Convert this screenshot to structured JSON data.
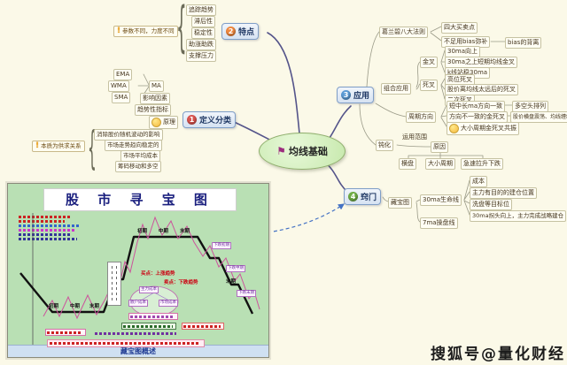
{
  "watermark": "搜狐号@量化财经",
  "center": {
    "label": "均线基础"
  },
  "branches": {
    "tedian": {
      "label": "特点",
      "badge": "2",
      "note": "参数不同，力度不同",
      "items": [
        "追踪趋势",
        "滞后性",
        "稳定性",
        "助涨助跌",
        "支撑压力"
      ]
    },
    "dingyi": {
      "label": "定义分类",
      "badge": "1",
      "ma": "MA",
      "ema": "EMA",
      "wma": "WMA",
      "sma": "SMA",
      "yingxiang": "影响因素",
      "qushi": "趋势性指标",
      "yuanli": "原理",
      "note": "本质为供求关系",
      "yuanli_items": [
        "消除股价随机波动的影响",
        "市场走势趋向稳定的",
        "市场平均成本",
        "筹码移动和多空"
      ]
    },
    "yingyong": {
      "label": "应用",
      "badge": "3",
      "gelanbi": "葛兰碧八大法则",
      "gelanbi_items": [
        "四大买卖点",
        "不足用bias弥补"
      ],
      "bias_sub": "bias的背离",
      "zuhe": "组合应用",
      "jincha": "金叉",
      "jincha_items": [
        "30ma向上",
        "30ma之上短期均线金叉",
        "k线站稳30ma"
      ],
      "sicha": "死叉",
      "sicha_items": [
        "高位死叉",
        "股价离均线太远后的死叉",
        "二次死叉"
      ],
      "zhouqi": "周期方向",
      "zhouqi_rows": [
        {
          "label": "短中长ma方向一致",
          "sub": "多空头排列"
        },
        {
          "label": "方向不一致的金死叉",
          "sub": "股价横盘震荡、均线缠绕"
        },
        {
          "label": "大小周期金死叉共振",
          "sub": ""
        }
      ],
      "yunyong": "运用范围",
      "dunhua": "钝化",
      "dunhua_reason": "原因",
      "dunhua_items": [
        "横盘",
        "大小周期",
        "急速拉升下跌"
      ]
    },
    "qiaomen": {
      "label": "窍门",
      "badge": "4",
      "map_ref": "藏宝图",
      "line30": "30ma生命线",
      "line30_items": [
        "成本",
        "主力有目的的建仓位置",
        "洗盘等目标位",
        "30ma拐头向上，主力完成战略建仓"
      ],
      "line7": "7ma操盘线"
    }
  },
  "treasure_map": {
    "title": "股 市 寻 宝 图",
    "footer": "藏宝图概述",
    "bottom_phases": [
      "初期",
      "中期",
      "末期"
    ],
    "top_phases": [
      "初期",
      "中期",
      "末期"
    ],
    "right_phase": "末期",
    "decline_labels": [
      "下跌初期",
      "下跌中期",
      "下跌末期"
    ],
    "buy_label": "买点：上涨趋势",
    "sell_label": "卖点：下跌趋势",
    "cost_boxes": [
      "主力成本",
      "散户成本",
      "市场成本"
    ]
  },
  "colors": {
    "badge1": "#d9534f",
    "badge2": "#f0883e",
    "badge3": "#5b9bd5",
    "badge4": "#70ad47",
    "branch_line": "#54548a",
    "black_path": "#111111",
    "pink_path": "#cc549c"
  }
}
